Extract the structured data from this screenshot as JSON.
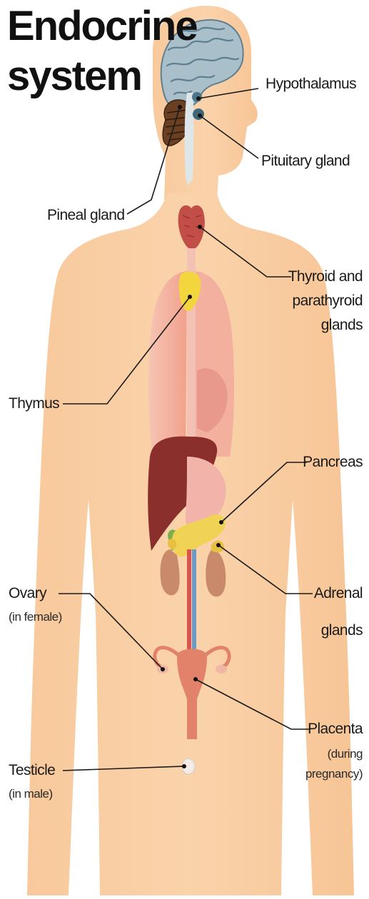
{
  "title": {
    "line1": "Endocrine",
    "line2": "system"
  },
  "labels": {
    "hypothalamus": "Hypothalamus",
    "pituitary": "Pituitary gland",
    "pineal": "Pineal gland",
    "thyroid_line1": "Thyroid and",
    "thyroid_line2": "parathyroid",
    "thyroid_line3": "glands",
    "thymus": "Thymus",
    "pancreas": "Pancreas",
    "adrenal_line1": "Adrenal",
    "adrenal_line2": "glands",
    "ovary": "Ovary",
    "ovary_note": "(in female)",
    "placenta": "Placenta",
    "placenta_note_line1": "(during",
    "placenta_note_line2": "pregnancy)",
    "testicle": "Testicle",
    "testicle_note": "(in male)"
  },
  "colors": {
    "skin": "#f9cfa4",
    "brain": "#a7bcc6",
    "cerebellum": "#6b3f22",
    "thyroid": "#c0504d",
    "thymus": "#f2d43a",
    "liver": "#8b2f2b",
    "pancreas": "#f0d455",
    "kidney": "#c98a6a",
    "uterus": "#e0826a",
    "lungs": "#f4b5a8"
  }
}
